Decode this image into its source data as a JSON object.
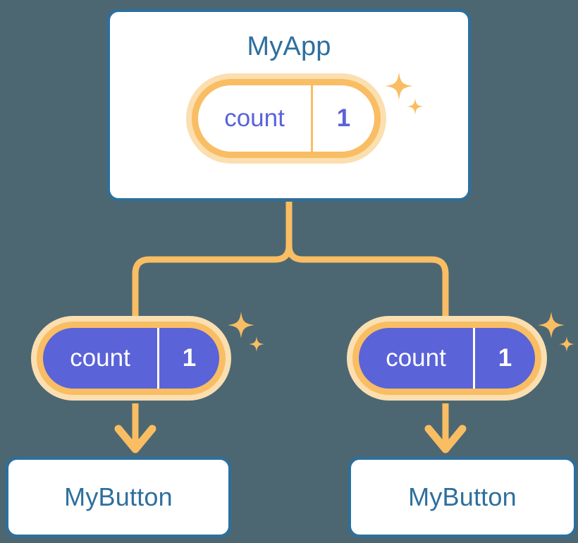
{
  "diagram": {
    "title": "MyApp",
    "background_color": "#4c6772",
    "palette": {
      "card_border": "#2d6f9e",
      "card_fill": "#ffffff",
      "title_text": "#2d6f9e",
      "pill_ring": "#f9bd63",
      "pill_halo": "#fbdfb0",
      "pill_fill_active": "#5a63d8",
      "pill_text_light": "#5a63d8",
      "pill_text_on_fill": "#ffffff",
      "connector": "#f9bd63",
      "sparkle": "#f9bd63"
    }
  },
  "app_node": {
    "label": "MyApp",
    "state_pill": {
      "key": "count",
      "value": "1",
      "variant": "light"
    },
    "sparkle_name": "sparkles-icon"
  },
  "branches": [
    {
      "state_pill": {
        "key": "count",
        "value": "1",
        "variant": "filled"
      },
      "button_label": "MyButton",
      "sparkle_name": "sparkles-icon"
    },
    {
      "state_pill": {
        "key": "count",
        "value": "1",
        "variant": "filled"
      },
      "button_label": "MyButton",
      "sparkle_name": "sparkles-icon"
    }
  ]
}
